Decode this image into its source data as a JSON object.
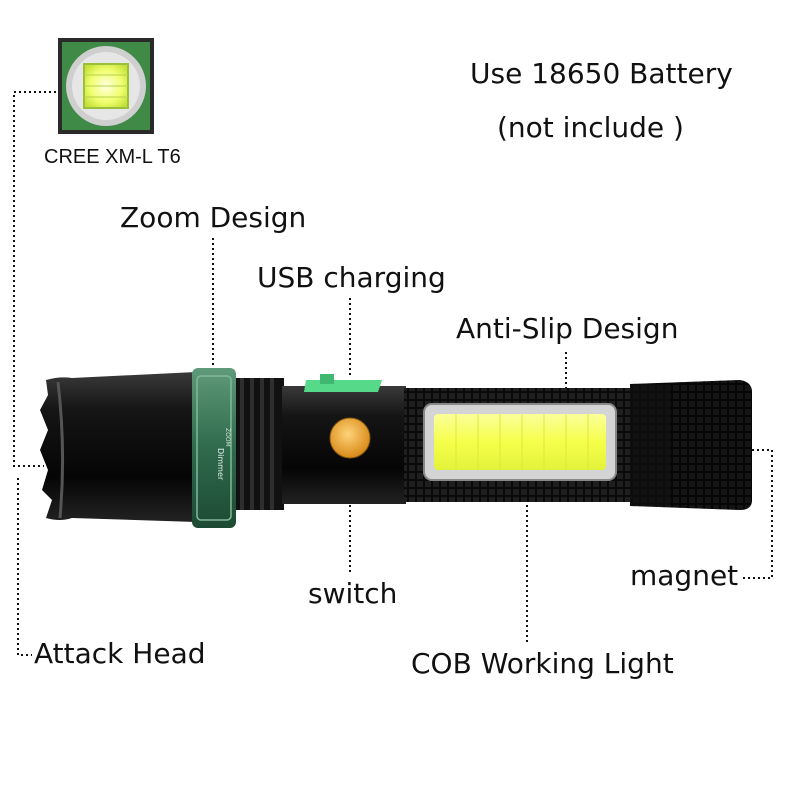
{
  "labels": {
    "cree": "CREE XM-L T6",
    "battery_line1": "Use 18650 Battery",
    "battery_line2": "(not include )",
    "zoom": "Zoom Design",
    "usb": "USB charging",
    "anti_slip": "Anti-Slip Design",
    "switch": "switch",
    "attack_head": "Attack Head",
    "cob": "COB Working Light",
    "magnet": "magnet"
  },
  "ring_text": {
    "dimmer": "Dimmer",
    "zoom": "ZOOM"
  },
  "colors": {
    "body": "#0c0c0c",
    "zoom_ring": "#3d7a5a",
    "cob_light": "#f4ff5a",
    "switch_button": "#f0b040",
    "usb_cover": "#57d98a",
    "led_module": "#2f8a3a"
  }
}
